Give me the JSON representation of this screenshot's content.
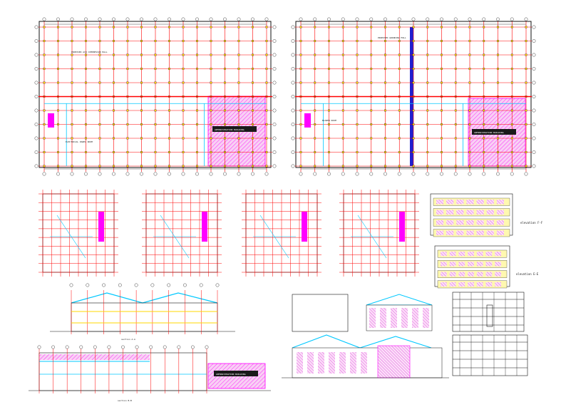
{
  "drawing": {
    "plan_left_labels": {
      "upper_note": "PROPOSED AIR COMPRESSOR HALL",
      "lower_note": "ELECTRICAL PANEL ROOM",
      "admin_block": "ADMINISTRATION BUILDING"
    },
    "plan_right_labels": {
      "upper_note": "PROPOSED GRINDING MILL",
      "middle_note": "BLOWER ROOM",
      "admin_block": "ADMINISTRATION BUILDING"
    },
    "elevation_labels": {
      "elev_ff": "elevation F-F",
      "elev_ee": "elevation E-E"
    },
    "section_labels": {
      "section_aa": "section A-A",
      "section_bb": "section B-B",
      "long_section_block": "ADMINISTRATION BUILDING"
    },
    "colors": {
      "grid_red": "#ff0000",
      "dim_black": "#111111",
      "hatch_magenta": "#ff00ff",
      "accent_cyan": "#00c8ff",
      "highlight_yellow": "#ffd700",
      "column_blue": "#1f1fd0",
      "admin_fill": "#f4c6f0"
    }
  }
}
